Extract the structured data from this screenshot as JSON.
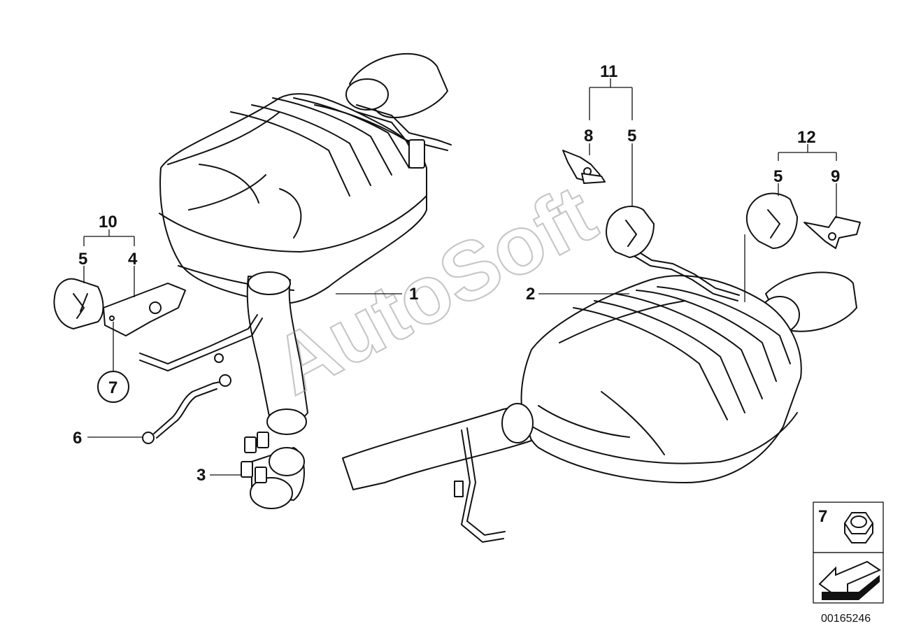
{
  "diagram": {
    "callouts": {
      "c1": "1",
      "c2": "2",
      "c3": "3",
      "c4": "4",
      "c5a": "5",
      "c5b": "5",
      "c5c": "5",
      "c6": "6",
      "c7": "7",
      "c8": "8",
      "c9": "9",
      "c10": "10",
      "c11": "11",
      "c12": "12"
    },
    "legend_nut_label": "7",
    "document_id": "00165246",
    "watermark": "AutoSoft"
  }
}
